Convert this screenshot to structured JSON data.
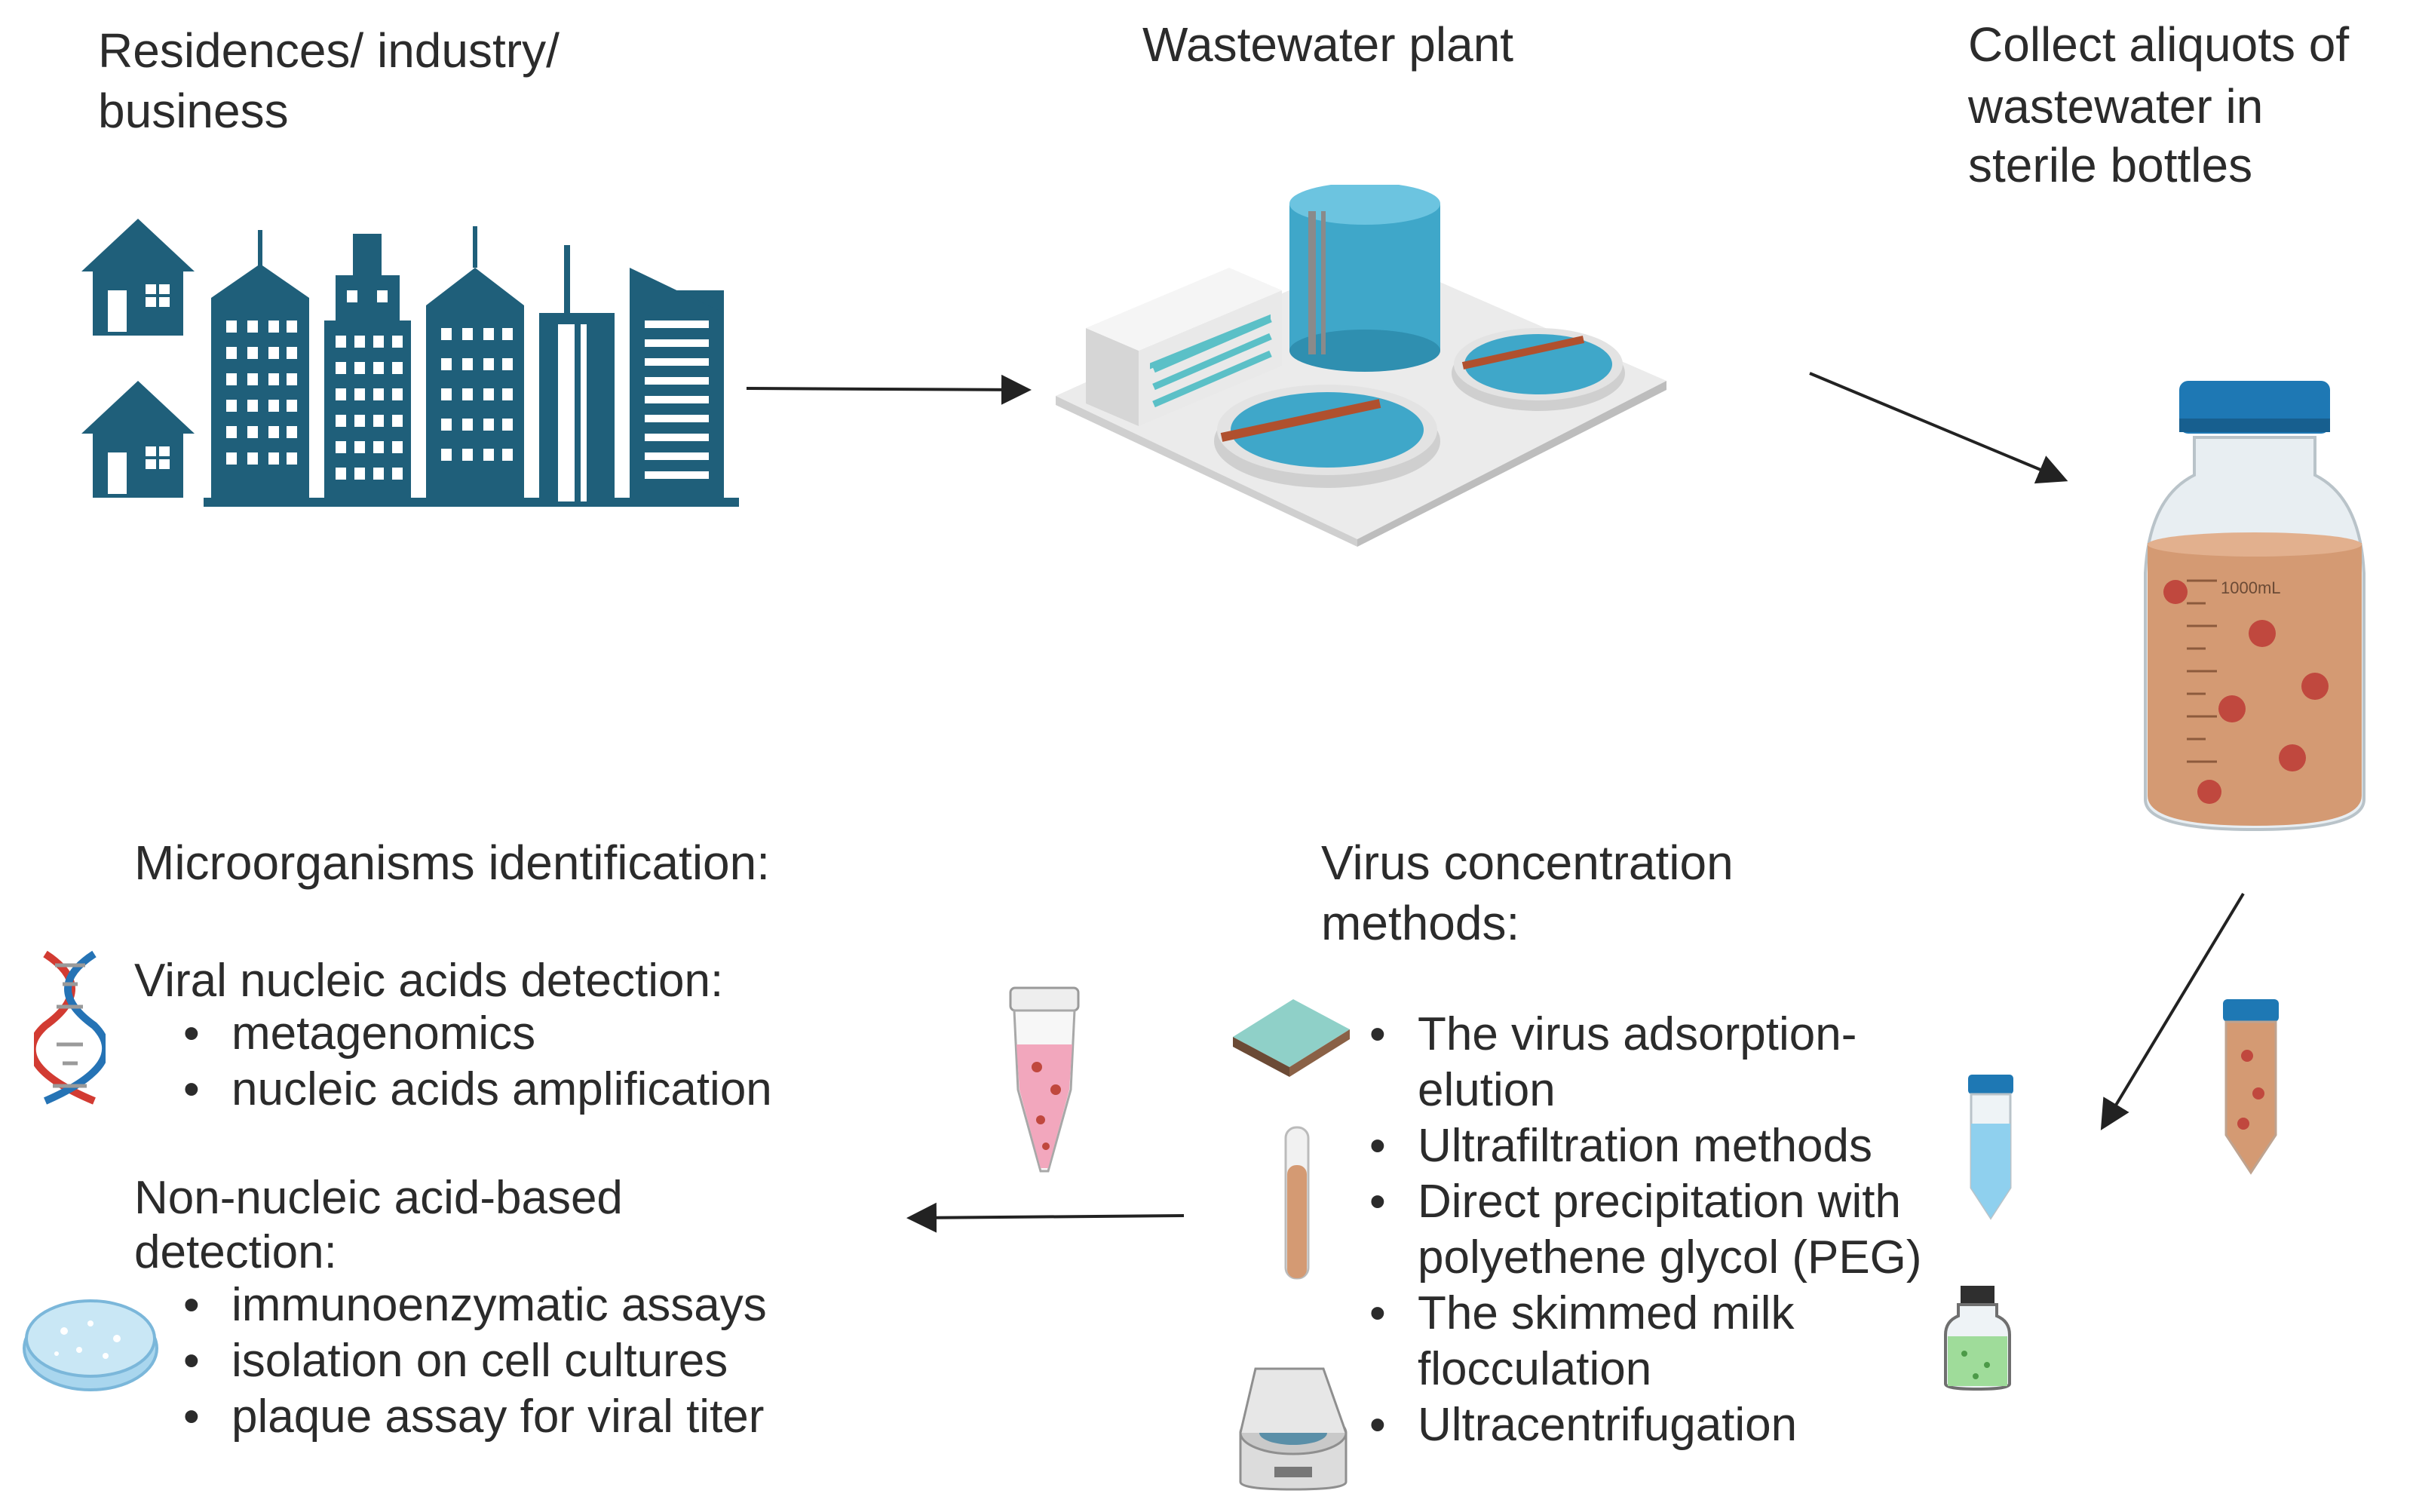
{
  "stage_sources": {
    "title_line1": "Residences/ industry/",
    "title_line2": "business"
  },
  "stage_plant": {
    "title": "Wastewater plant"
  },
  "stage_collect": {
    "title_line1": "Collect aliquots of",
    "title_line2": "wastewater in",
    "title_line3": "sterile bottles",
    "bottle_label": "1000mL"
  },
  "stage_concentration": {
    "title_line1": "Virus concentration",
    "title_line2": "methods:",
    "methods": [
      {
        "line1": "The virus adsorption-",
        "line2": "elution"
      },
      {
        "line1": "Ultrafiltration methods"
      },
      {
        "line1": "Direct precipitation with",
        "line2": "polyethene glycol (PEG)"
      },
      {
        "line1": "The skimmed milk",
        "line2": "flocculation"
      },
      {
        "line1": "Ultracentrifugation"
      }
    ]
  },
  "stage_identification": {
    "title": "Microorganisms identification:",
    "nucleic": {
      "heading": "Viral nucleic acids detection:",
      "items": [
        "metagenomics",
        "nucleic acids amplification"
      ]
    },
    "non_nucleic": {
      "heading_line1": "Non-nucleic acid-based",
      "heading_line2": "detection:",
      "items": [
        "immunoenzymatic assays",
        "isolation on cell cultures",
        "plaque assay for viral titer"
      ]
    }
  },
  "icons": {
    "houses": "house-icon",
    "buildings": "city-buildings-icon",
    "plant": "wastewater-treatment-plant-icon",
    "bottle": "sample-bottle-icon",
    "conical_tube": "conical-tube-icon",
    "small_tube": "small-tube-icon",
    "vial": "vial-icon",
    "filter": "filter-membrane-icon",
    "test_tube": "test-tube-icon",
    "centrifuge": "centrifuge-icon",
    "microtube": "microcentrifuge-tube-icon",
    "dna": "dna-icon",
    "petri": "petri-dish-icon"
  },
  "colors": {
    "building": "#1f5f7a",
    "water": "#3fa7c9",
    "sample": "#d9a07f",
    "arrow": "#222222"
  }
}
